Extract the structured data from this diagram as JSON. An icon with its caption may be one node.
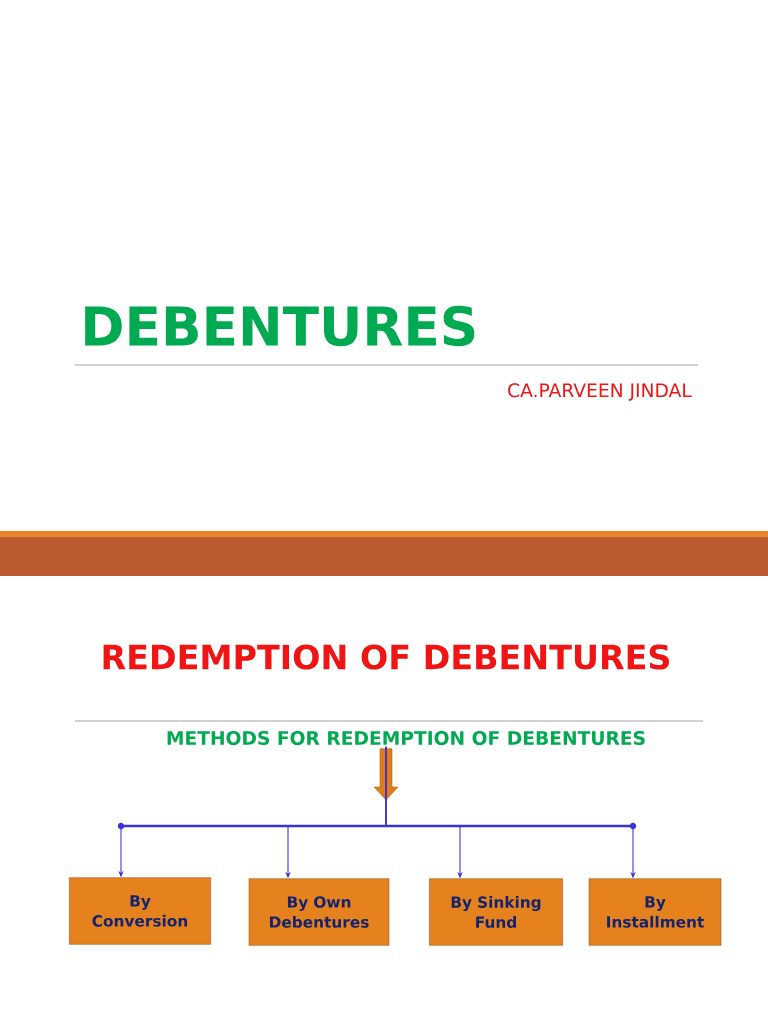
{
  "diagram": {
    "title": "DEBENTURES",
    "nodes": [
      {
        "text": [
          "METHODS FOR REDEMPTION OF DEBENTURES"
        ]
      },
      {
        "text": [
          "By Conversion"
        ]
      },
      {
        "text": [
          "By Own Debentures"
        ]
      },
      {
        "text": [
          "By Sinking Fund"
        ]
      },
      {
        "text": [
          "By Installment"
        ]
      }
    ],
    "edges": [
      {
        "from": 0,
        "to": 1,
        "arrow": "to"
      },
      {
        "from": 0,
        "to": 2,
        "arrow": "to"
      },
      {
        "from": 0,
        "to": 3,
        "arrow": "to"
      },
      {
        "from": 0,
        "to": 4,
        "arrow": "to"
      }
    ],
    "labels": [
      "CA.PARVEEN JINDAL",
      "REDEMPTION OF DEBENTURES"
    ]
  }
}
